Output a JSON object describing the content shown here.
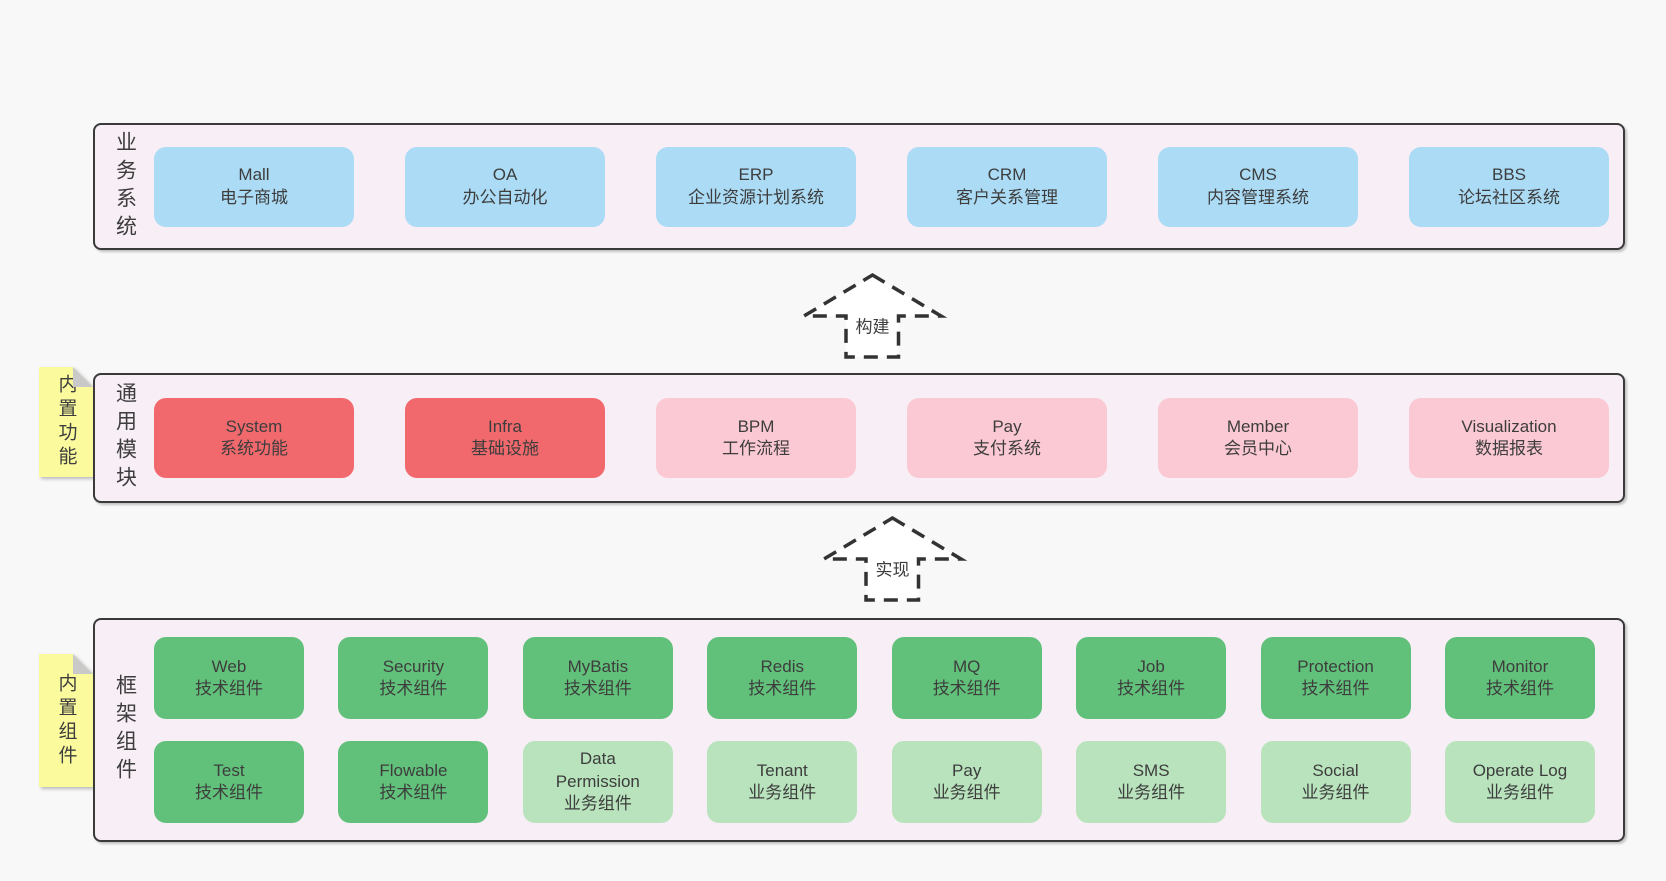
{
  "colors": {
    "page_bg": "#F8F8F8",
    "panel_bg": "#F8EEF6",
    "panel_border": "#3A3A3A",
    "box_blue": "#ABDBF5",
    "box_red": "#F1696D",
    "box_pink": "#FBC9D3",
    "box_green_dark": "#61C17A",
    "box_green_light": "#B8E3BC",
    "sticky_yellow": "#FBFB9E",
    "sticky_fold": "#C9C9C9",
    "arrow_stroke": "#333333",
    "text": "#3D3D3D"
  },
  "arrows": {
    "build": "构建",
    "implement": "实现"
  },
  "sections": {
    "business": {
      "label": "业务系统",
      "boxes": [
        {
          "title": "Mall",
          "subtitle": "电子商城",
          "variant": "blue"
        },
        {
          "title": "OA",
          "subtitle": "办公自动化",
          "variant": "blue"
        },
        {
          "title": "ERP",
          "subtitle": "企业资源计划系统",
          "variant": "blue"
        },
        {
          "title": "CRM",
          "subtitle": "客户关系管理",
          "variant": "blue"
        },
        {
          "title": "CMS",
          "subtitle": "内容管理系统",
          "variant": "blue"
        },
        {
          "title": "BBS",
          "subtitle": "论坛社区系统",
          "variant": "blue"
        }
      ]
    },
    "modules": {
      "label": "通用模块",
      "sticky": "内置功能",
      "boxes": [
        {
          "title": "System",
          "subtitle": "系统功能",
          "variant": "red"
        },
        {
          "title": "Infra",
          "subtitle": "基础设施",
          "variant": "red"
        },
        {
          "title": "BPM",
          "subtitle": "工作流程",
          "variant": "pink"
        },
        {
          "title": "Pay",
          "subtitle": "支付系统",
          "variant": "pink"
        },
        {
          "title": "Member",
          "subtitle": "会员中心",
          "variant": "pink"
        },
        {
          "title": "Visualization",
          "subtitle": "数据报表",
          "variant": "pink"
        }
      ]
    },
    "components": {
      "label": "框架组件",
      "sticky": "内置组件",
      "row1": [
        {
          "title": "Web",
          "subtitle": "技术组件",
          "variant": "green-dark"
        },
        {
          "title": "Security",
          "subtitle": "技术组件",
          "variant": "green-dark"
        },
        {
          "title": "MyBatis",
          "subtitle": "技术组件",
          "variant": "green-dark"
        },
        {
          "title": "Redis",
          "subtitle": "技术组件",
          "variant": "green-dark"
        },
        {
          "title": "MQ",
          "subtitle": "技术组件",
          "variant": "green-dark"
        },
        {
          "title": "Job",
          "subtitle": "技术组件",
          "variant": "green-dark"
        },
        {
          "title": "Protection",
          "subtitle": "技术组件",
          "variant": "green-dark"
        },
        {
          "title": "Monitor",
          "subtitle": "技术组件",
          "variant": "green-dark"
        }
      ],
      "row2": [
        {
          "title": "Test",
          "subtitle": "技术组件",
          "variant": "green-dark"
        },
        {
          "title": "Flowable",
          "subtitle": "技术组件",
          "variant": "green-dark"
        },
        {
          "title": "Data Permission",
          "subtitle": "业务组件",
          "variant": "green-light"
        },
        {
          "title": "Tenant",
          "subtitle": "业务组件",
          "variant": "green-light"
        },
        {
          "title": "Pay",
          "subtitle": "业务组件",
          "variant": "green-light"
        },
        {
          "title": "SMS",
          "subtitle": "业务组件",
          "variant": "green-light"
        },
        {
          "title": "Social",
          "subtitle": "业务组件",
          "variant": "green-light"
        },
        {
          "title": "Operate Log",
          "subtitle": "业务组件",
          "variant": "green-light"
        }
      ]
    }
  }
}
